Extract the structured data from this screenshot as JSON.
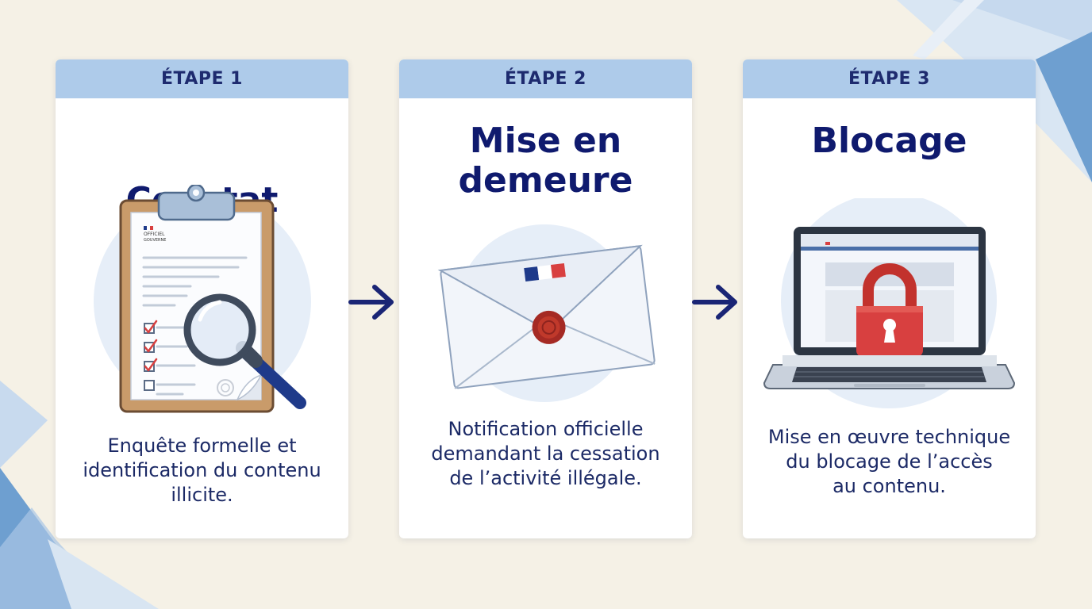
{
  "colors": {
    "background": "#f5f1e6",
    "header": "#aecbea",
    "title": "#0f1a6e",
    "text": "#1c2a66",
    "accent_red": "#d84040",
    "arrow": "#1a2575"
  },
  "steps": [
    {
      "step_label": "ÉTAPE 1",
      "title_lines": [
        "Constat"
      ],
      "illustration_icon": "clipboard-magnifier-icon",
      "doc_header_lines": [
        "OFFICIEL",
        "GOUVERNE"
      ],
      "description_lines": [
        "Enquête formelle et",
        "identification du contenu",
        "illicite."
      ]
    },
    {
      "step_label": "ÉTAPE 2",
      "title_lines": [
        "Mise en",
        "demeure"
      ],
      "illustration_icon": "sealed-envelope-icon",
      "description_lines": [
        "Notification officielle",
        "demandant la cessation",
        "de l’activité illégale."
      ]
    },
    {
      "step_label": "ÉTAPE 3",
      "title_lines": [
        "Blocage"
      ],
      "illustration_icon": "laptop-padlock-icon",
      "description_lines": [
        "Mise en œuvre technique",
        "du blocage de l’accès",
        "au contenu."
      ]
    }
  ],
  "connector_icon": "arrow-right-icon"
}
